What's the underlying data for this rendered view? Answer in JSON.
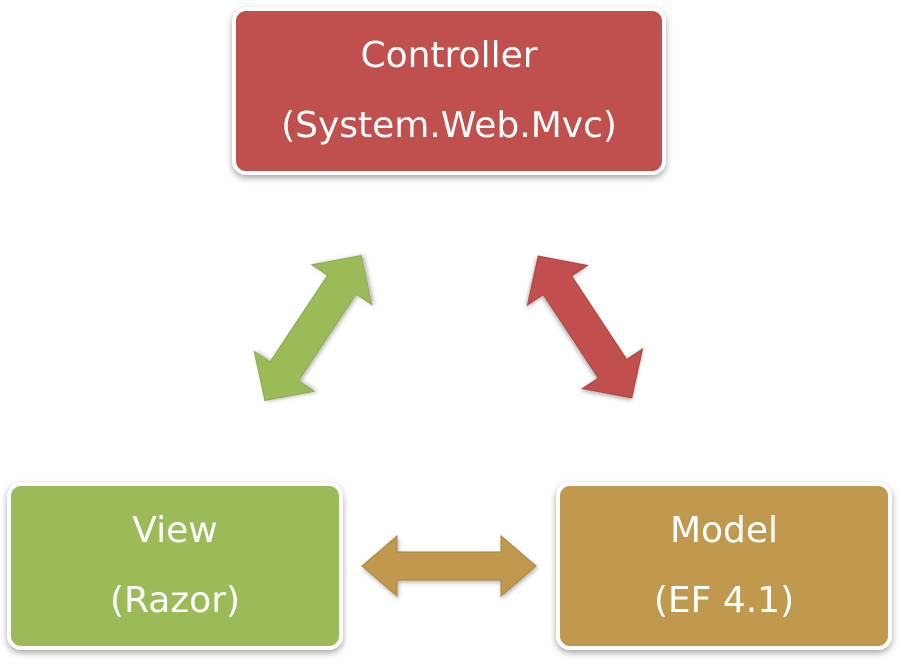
{
  "nodes": {
    "controller": {
      "title": "Controller",
      "subtitle": "(System.Web.Mvc)",
      "color": "#c0504d"
    },
    "view": {
      "title": "View",
      "subtitle": "(Razor)",
      "color": "#9bbb59"
    },
    "model": {
      "title": "Model",
      "subtitle": "(EF 4.1)",
      "color": "#c0994f"
    }
  },
  "edges": [
    {
      "from": "view",
      "to": "controller",
      "direction": "bidirectional",
      "color": "#9bbb59"
    },
    {
      "from": "controller",
      "to": "model",
      "direction": "bidirectional",
      "color": "#c0504d"
    },
    {
      "from": "view",
      "to": "model",
      "direction": "bidirectional",
      "color": "#c0994f"
    }
  ]
}
